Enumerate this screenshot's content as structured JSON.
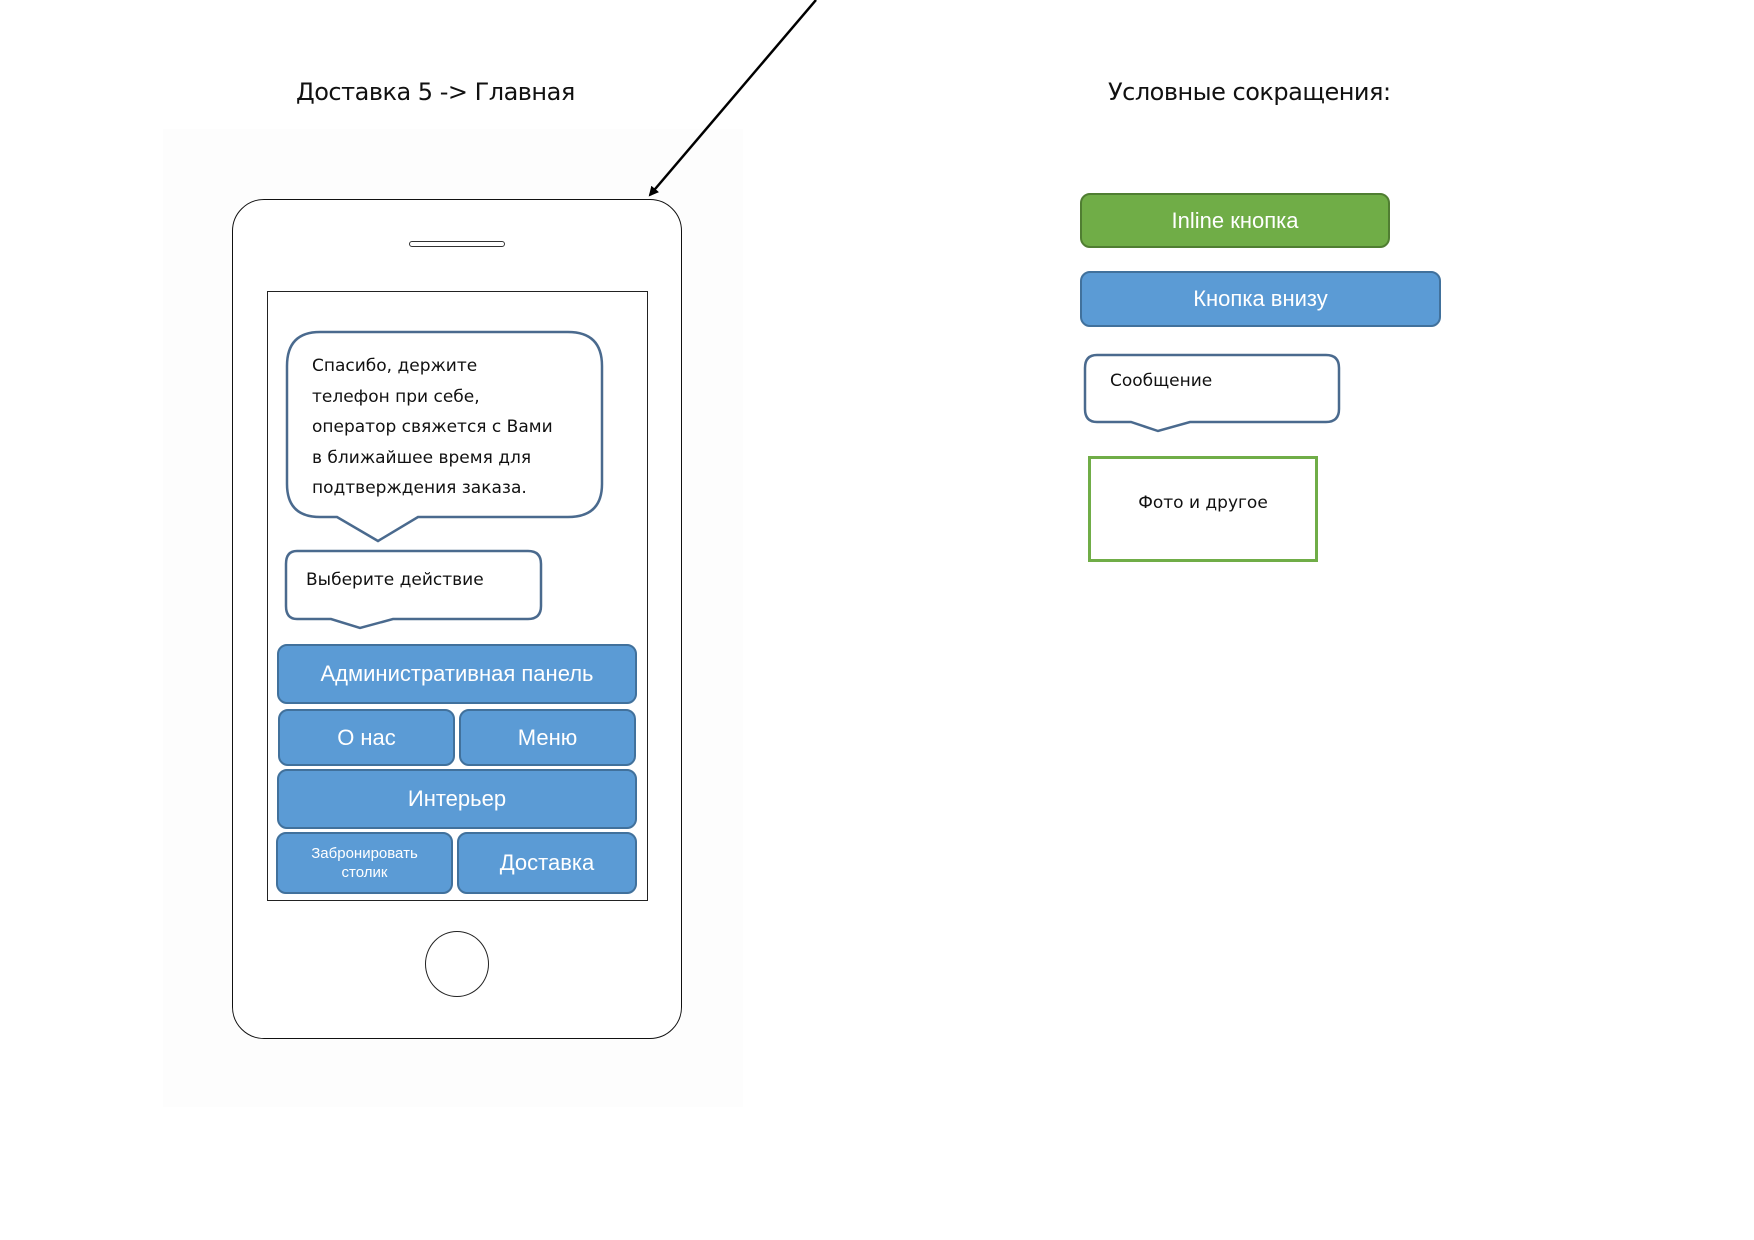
{
  "page": {
    "title": "Доставка 5 -> Главная"
  },
  "phone": {
    "messages": [
      {
        "text": "Спасибо, держите\nтелефон при себе,\nоператор свяжется с Вами\nв ближайшее время для\nподтверждения заказа."
      },
      {
        "text": "Выберите действие"
      }
    ],
    "keyboard": {
      "rows": [
        [
          "Административная панель"
        ],
        [
          "О нас",
          "Меню"
        ],
        [
          "Интерьер"
        ],
        [
          "Забронировать столик",
          "Доставка"
        ]
      ]
    }
  },
  "legend": {
    "title": "Условные сокращения:",
    "inline_button": "Inline кнопка",
    "bottom_button": "Кнопка внизу",
    "message": "Сообщение",
    "photo": "Фото и другое"
  },
  "colors": {
    "bottom_button": "#5b9bd5",
    "bottom_button_border": "#41719c",
    "inline_button": "#70ad47",
    "inline_button_border": "#507e32",
    "message_border": "#4a6a8e",
    "photo_border": "#70ad47"
  }
}
